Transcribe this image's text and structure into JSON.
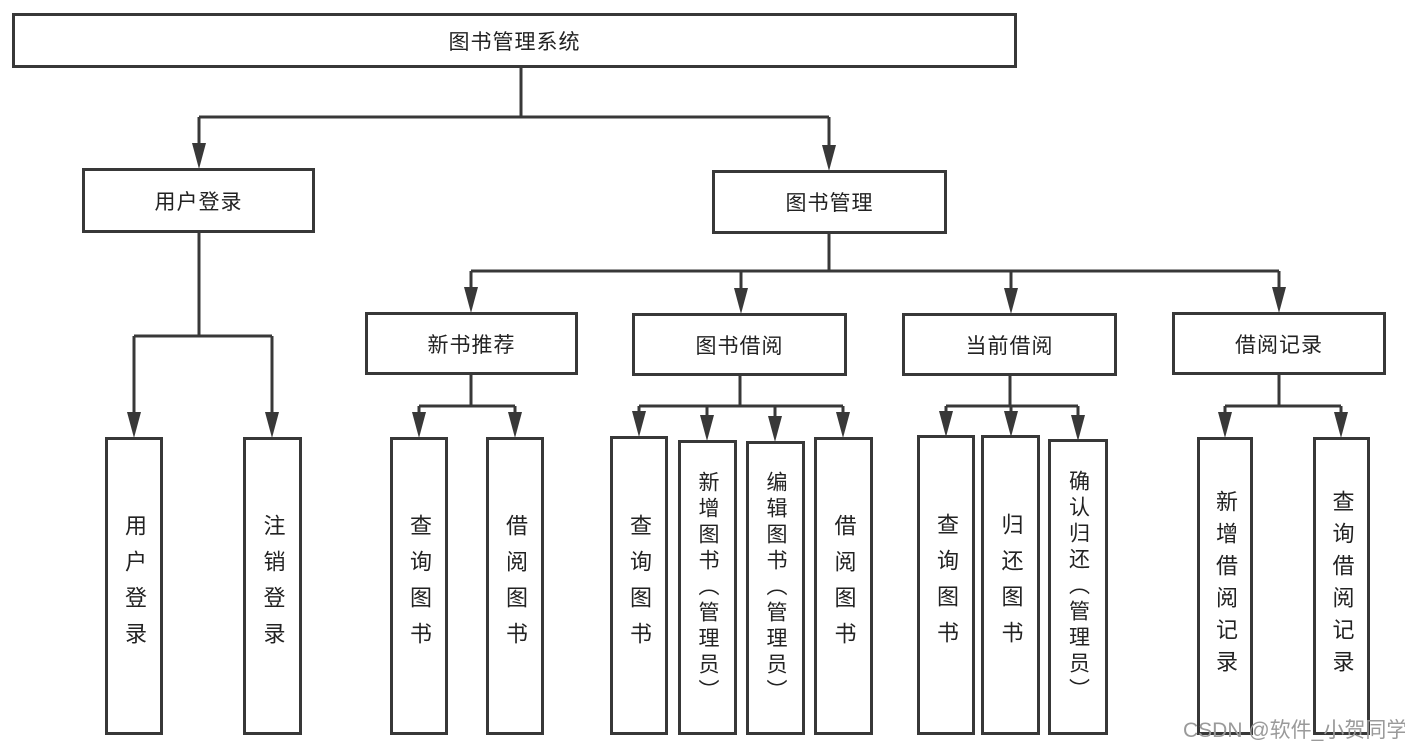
{
  "nodes": {
    "root": "图书管理系统",
    "user_login": "用户登录",
    "book_management": "图书管理",
    "new_book_recommend": "新书推荐",
    "book_borrowing": "图书借阅",
    "current_borrowing": "当前借阅",
    "borrowing_records": "借阅记录",
    "login": "用户登录",
    "logout": "注销登录",
    "nb_query_books": "查询图书",
    "nb_borrow_books": "借阅图书",
    "bb_query_books": "查询图书",
    "bb_add_books": "新增图书（管理员）",
    "bb_edit_books": "编辑图书（管理员）",
    "bb_borrow_books": "借阅图书",
    "cb_query_books": "查询图书",
    "cb_return_books": "归还图书",
    "cb_confirm_return": "确认归还（管理员）",
    "br_add_record": "新增借阅记录",
    "br_query_record": "查询借阅记录"
  },
  "watermark": "CSDN @软件_小贺同学",
  "colors": {
    "line": "#383838",
    "text": "#222222",
    "watermark": "#9a9a9a",
    "background": "#ffffff"
  }
}
